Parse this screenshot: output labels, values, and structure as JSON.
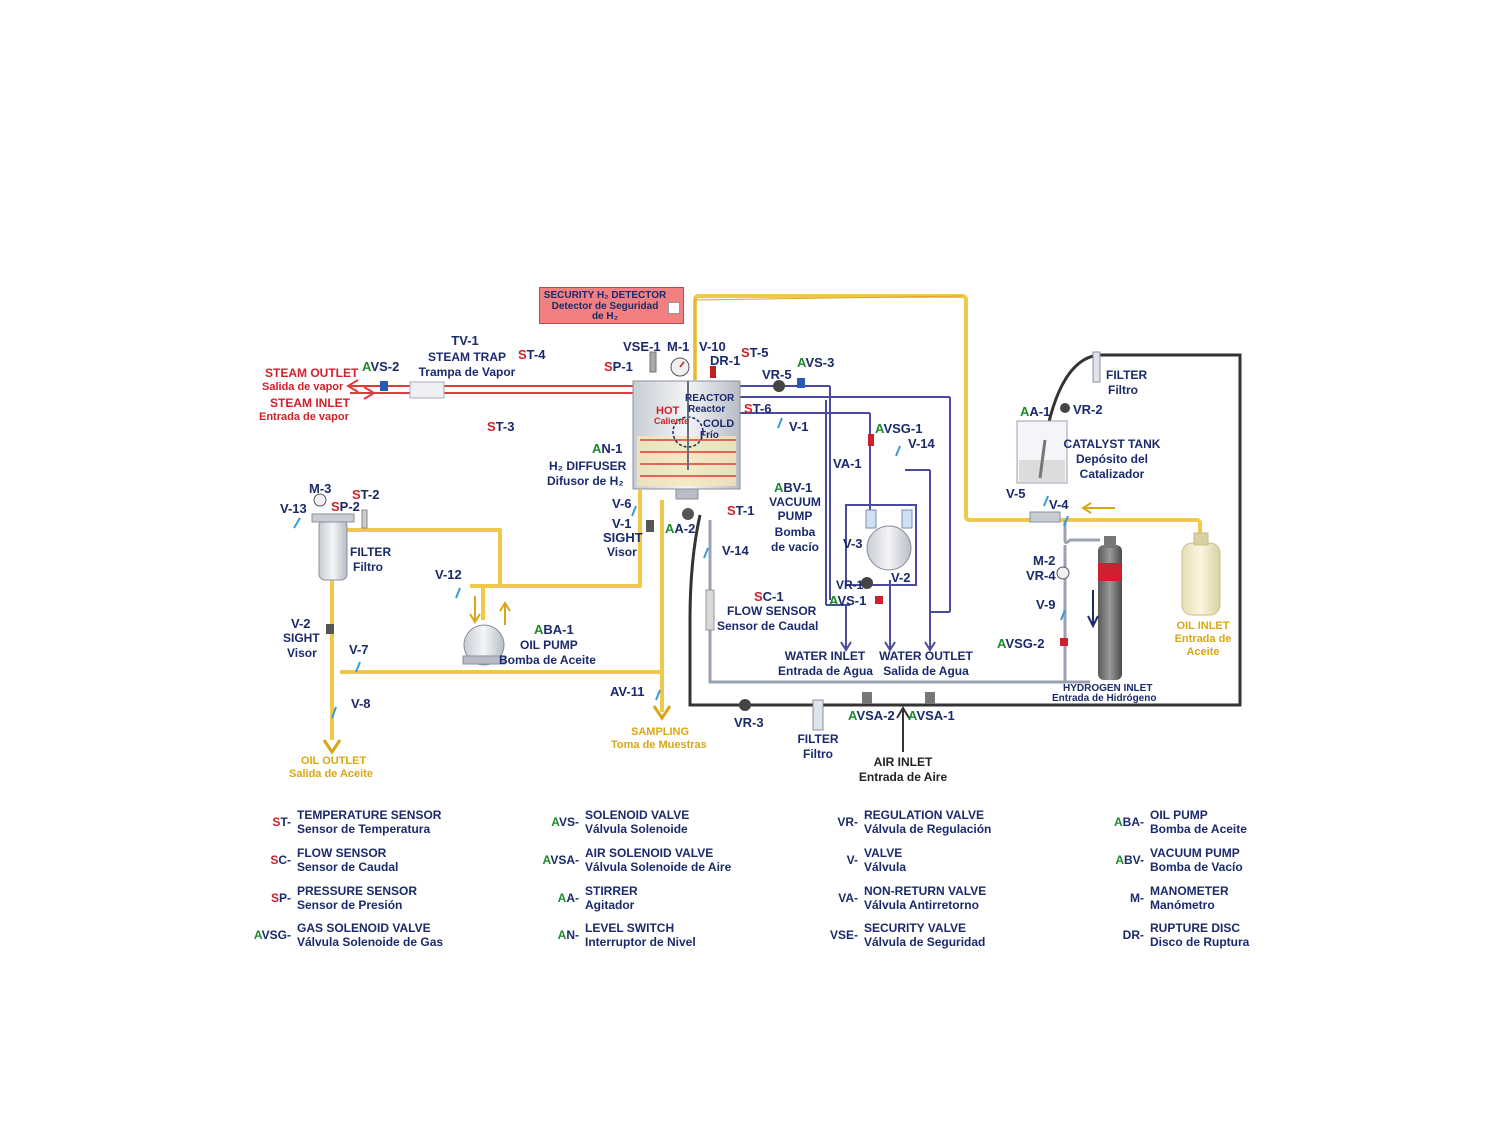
{
  "detector": {
    "line1": "SECURITY H₂ DETECTOR",
    "line2": "Detector de Seguridad",
    "line3": "de H₂"
  },
  "steam": {
    "outlet_en": "STEAM OUTLET",
    "outlet_es": "Salida de vapor",
    "inlet_en": "STEAM INLET",
    "inlet_es": "Entrada de vapor",
    "trap_id": "TV-1",
    "trap_en": "STEAM TRAP",
    "trap_es": "Trampa de Vapor",
    "avs2_prefix": "A",
    "avs2_rest": "VS-2",
    "st4_prefix": "S",
    "st4_rest": "T-4",
    "st3_prefix": "S",
    "st3_rest": "T-3"
  },
  "reactor": {
    "vse1": "VSE-1",
    "m1": "M-1",
    "v10": "V-10",
    "dr1": "DR-1",
    "st5_prefix": "S",
    "st5_rest": "T-5",
    "sp1_prefix": "S",
    "sp1_rest": "P-1",
    "reactor_en": "REACTOR",
    "reactor_es": "Reactor",
    "hot_en": "HOT",
    "hot_es": "Caliente",
    "cold_en": "COLD",
    "cold_es": "Frío",
    "an1_prefix": "A",
    "an1_rest": "N-1",
    "diffuser_en": "H₂ DIFFUSER",
    "diffuser_es": "Difusor de H₂",
    "st6_prefix": "S",
    "st6_rest": "T-6",
    "st1_prefix": "S",
    "st1_rest": "T-1",
    "aa2_prefix": "A",
    "aa2_rest": "A-2",
    "v6": "V-6",
    "v14": "V-14",
    "v1": "V-1",
    "vr5": "VR-5",
    "avs3_prefix": "A",
    "avs3_rest": "VS-3"
  },
  "sight1": {
    "id": "V-1",
    "en": "SIGHT",
    "es": "Visor"
  },
  "flow": {
    "sc_prefix": "S",
    "sc_rest": "C-1",
    "en": "FLOW SENSOR",
    "es": "Sensor de Caudal"
  },
  "oil_filter": {
    "m3": "M-3",
    "st2_prefix": "S",
    "st2_rest": "T-2",
    "sp2_prefix": "S",
    "sp2_rest": "P-2",
    "v13": "V-13",
    "en": "FILTER",
    "es": "Filtro"
  },
  "oil_line": {
    "v2": "V-2",
    "sight_en": "SIGHT",
    "sight_es": "Visor",
    "v7": "V-7",
    "v8": "V-8",
    "v12": "V-12",
    "outlet_en": "OIL OUTLET",
    "outlet_es": "Salida de Aceite",
    "av11": "AV-11",
    "sampling_en": "SAMPLING",
    "sampling_es": "Toma de Muestras"
  },
  "oil_pump": {
    "prefix": "A",
    "rest": "BA-1",
    "en": "OIL PUMP",
    "es": "Bomba de Aceite"
  },
  "vacuum": {
    "prefix": "A",
    "rest": "BV-1",
    "en1": "VACUUM",
    "en2": "PUMP",
    "es1": "Bomba",
    "es2": "de vacío",
    "va1": "VA-1",
    "v3": "V-3",
    "vr1": "VR-1",
    "v2": "V-2",
    "avs1_prefix": "A",
    "avs1_rest": "VS-1",
    "avsg1_prefix": "A",
    "avsg1_rest": "VSG-1",
    "v14": "V-14"
  },
  "water": {
    "inlet_en": "WATER INLET",
    "inlet_es": "Entrada de Agua",
    "outlet_en": "WATER OUTLET",
    "outlet_es": "Salida de Agua"
  },
  "air": {
    "vr3": "VR-3",
    "filter_en": "FILTER",
    "filter_es": "Filtro",
    "avsa2_prefix": "A",
    "avsa2_rest": "VSA-2",
    "avsa1_prefix": "A",
    "avsa1_rest": "VSA-1",
    "inlet_en": "AIR INLET",
    "inlet_es": "Entrada de Aire"
  },
  "catalyst": {
    "filter_en": "FILTER",
    "filter_es": "Filtro",
    "aa1_prefix": "A",
    "aa1_rest": "A-1",
    "vr2": "VR-2",
    "tank_en": "CATALYST TANK",
    "tank_es1": "Depósito del",
    "tank_es2": "Catalizador",
    "v5": "V-5",
    "v4": "V-4"
  },
  "hydrogen": {
    "m2": "M-2",
    "vr4": "VR-4",
    "v9": "V-9",
    "avsg2_prefix": "A",
    "avsg2_rest": "VSG-2",
    "inlet_en": "HYDROGEN INLET",
    "inlet_es": "Entrada de Hidrógeno"
  },
  "oil_inlet": {
    "en": "OIL INLET",
    "es1": "Entrada de",
    "es2": "Aceite"
  },
  "legend": [
    [
      {
        "code_prefix": "S",
        "code_rest": "T-",
        "en": "TEMPERATURE SENSOR",
        "es": "Sensor de Temperatura"
      },
      {
        "code_prefix": "S",
        "code_rest": "C-",
        "en": "FLOW SENSOR",
        "es": "Sensor de Caudal"
      },
      {
        "code_prefix": "S",
        "code_rest": "P-",
        "en": "PRESSURE SENSOR",
        "es": "Sensor de Presión"
      },
      {
        "code_prefix": "A",
        "code_rest": "VSG-",
        "en": "GAS SOLENOID VALVE",
        "es": "Válvula Solenoide de Gas"
      }
    ],
    [
      {
        "code_prefix": "A",
        "code_rest": "VS-",
        "en": "SOLENOID VALVE",
        "es": "Válvula Solenoide"
      },
      {
        "code_prefix": "A",
        "code_rest": "VSA-",
        "en": "AIR SOLENOID VALVE",
        "es": "Válvula Solenoide de Aire"
      },
      {
        "code_prefix": "A",
        "code_rest": "A-",
        "en": "STIRRER",
        "es": "Agitador"
      },
      {
        "code_prefix": "A",
        "code_rest": "N-",
        "en": "LEVEL SWITCH",
        "es": "Interruptor de Nivel"
      }
    ],
    [
      {
        "code_prefix": "",
        "code_rest": "VR-",
        "en": "REGULATION VALVE",
        "es": "Válvula de Regulación"
      },
      {
        "code_prefix": "",
        "code_rest": "V-",
        "en": "VALVE",
        "es": "Válvula"
      },
      {
        "code_prefix": "",
        "code_rest": "VA-",
        "en": "NON-RETURN VALVE",
        "es": "Válvula Antirretorno"
      },
      {
        "code_prefix": "",
        "code_rest": "VSE-",
        "en": "SECURITY VALVE",
        "es": "Válvula de Seguridad"
      }
    ],
    [
      {
        "code_prefix": "A",
        "code_rest": "BA-",
        "en": "OIL PUMP",
        "es": "Bomba de Aceite"
      },
      {
        "code_prefix": "A",
        "code_rest": "BV-",
        "en": "VACUUM PUMP",
        "es": "Bomba de Vacío"
      },
      {
        "code_prefix": "",
        "code_rest": "M-",
        "en": "MANOMETER",
        "es": "Manómetro"
      },
      {
        "code_prefix": "",
        "code_rest": "DR-",
        "en": "RUPTURE DISC",
        "es": "Disco de Ruptura"
      }
    ]
  ],
  "colors": {
    "oil_pipe": "#f0c84a",
    "steam_pipe": "#e03a3a",
    "water_pipe": "#4a4aa0",
    "air_pipe": "#333333",
    "gas_pipe": "#9aa0b0",
    "navy": "#1a2a6c"
  }
}
